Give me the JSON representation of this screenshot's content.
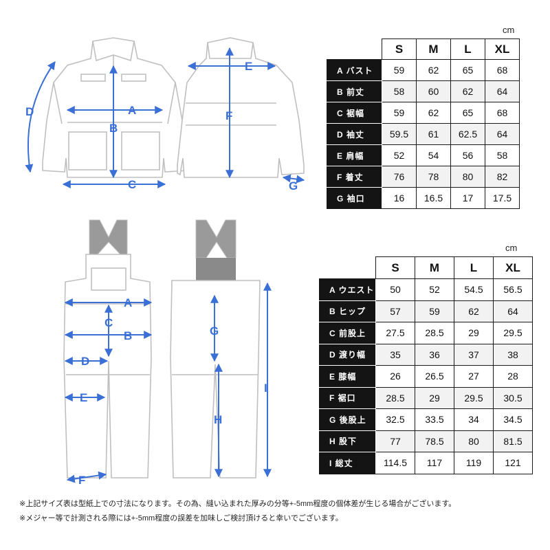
{
  "jacket_table": {
    "unit": "cm",
    "sizes": [
      "S",
      "M",
      "L",
      "XL"
    ],
    "rows": [
      {
        "label": "A バスト",
        "values": [
          "59",
          "62",
          "65",
          "68"
        ]
      },
      {
        "label": "B 前丈",
        "values": [
          "58",
          "60",
          "62",
          "64"
        ]
      },
      {
        "label": "C 裾幅",
        "values": [
          "59",
          "62",
          "65",
          "68"
        ]
      },
      {
        "label": "D 袖丈",
        "values": [
          "59.5",
          "61",
          "62.5",
          "64"
        ]
      },
      {
        "label": "E 肩幅",
        "values": [
          "52",
          "54",
          "56",
          "58"
        ]
      },
      {
        "label": "F 着丈",
        "values": [
          "76",
          "78",
          "80",
          "82"
        ]
      },
      {
        "label": "G 袖口",
        "values": [
          "16",
          "16.5",
          "17",
          "17.5"
        ]
      }
    ]
  },
  "bib_table": {
    "unit": "cm",
    "sizes": [
      "S",
      "M",
      "L",
      "XL"
    ],
    "rows": [
      {
        "label": "A ウエスト",
        "values": [
          "50",
          "52",
          "54.5",
          "56.5"
        ]
      },
      {
        "label": "B ヒップ",
        "values": [
          "57",
          "59",
          "62",
          "64"
        ]
      },
      {
        "label": "C 前股上",
        "values": [
          "27.5",
          "28.5",
          "29",
          "29.5"
        ]
      },
      {
        "label": "D 渡り幅",
        "values": [
          "35",
          "36",
          "37",
          "38"
        ]
      },
      {
        "label": "E 膝幅",
        "values": [
          "26",
          "26.5",
          "27",
          "28"
        ]
      },
      {
        "label": "F 裾口",
        "values": [
          "28.5",
          "29",
          "29.5",
          "30.5"
        ]
      },
      {
        "label": "G 後股上",
        "values": [
          "32.5",
          "33.5",
          "34",
          "34.5"
        ]
      },
      {
        "label": "H 股下",
        "values": [
          "77",
          "78.5",
          "80",
          "81.5"
        ]
      },
      {
        "label": "I 総丈",
        "values": [
          "114.5",
          "117",
          "119",
          "121"
        ]
      }
    ]
  },
  "jacket_dims": {
    "A": "A",
    "B": "B",
    "C": "C",
    "D": "D",
    "E": "E",
    "F": "F",
    "G": "G"
  },
  "bib_dims": {
    "A": "A",
    "B": "B",
    "C": "C",
    "D": "D",
    "E": "E",
    "F": "F",
    "G": "G",
    "H": "H",
    "I": "I"
  },
  "notes": [
    "※上記サイズ表は型紙上での寸法になります。その為、縫い込まれた厚みの分等+-5mm程度の個体差が生じる場合がございます。",
    "※メジャー等で計測される際には+-5mm程度の誤差を加味しご検討頂けると幸いでございます。"
  ],
  "colors": {
    "dimension": "#3a6fd6",
    "header_bg": "#141414",
    "garment_line": "#bfbfbf"
  }
}
